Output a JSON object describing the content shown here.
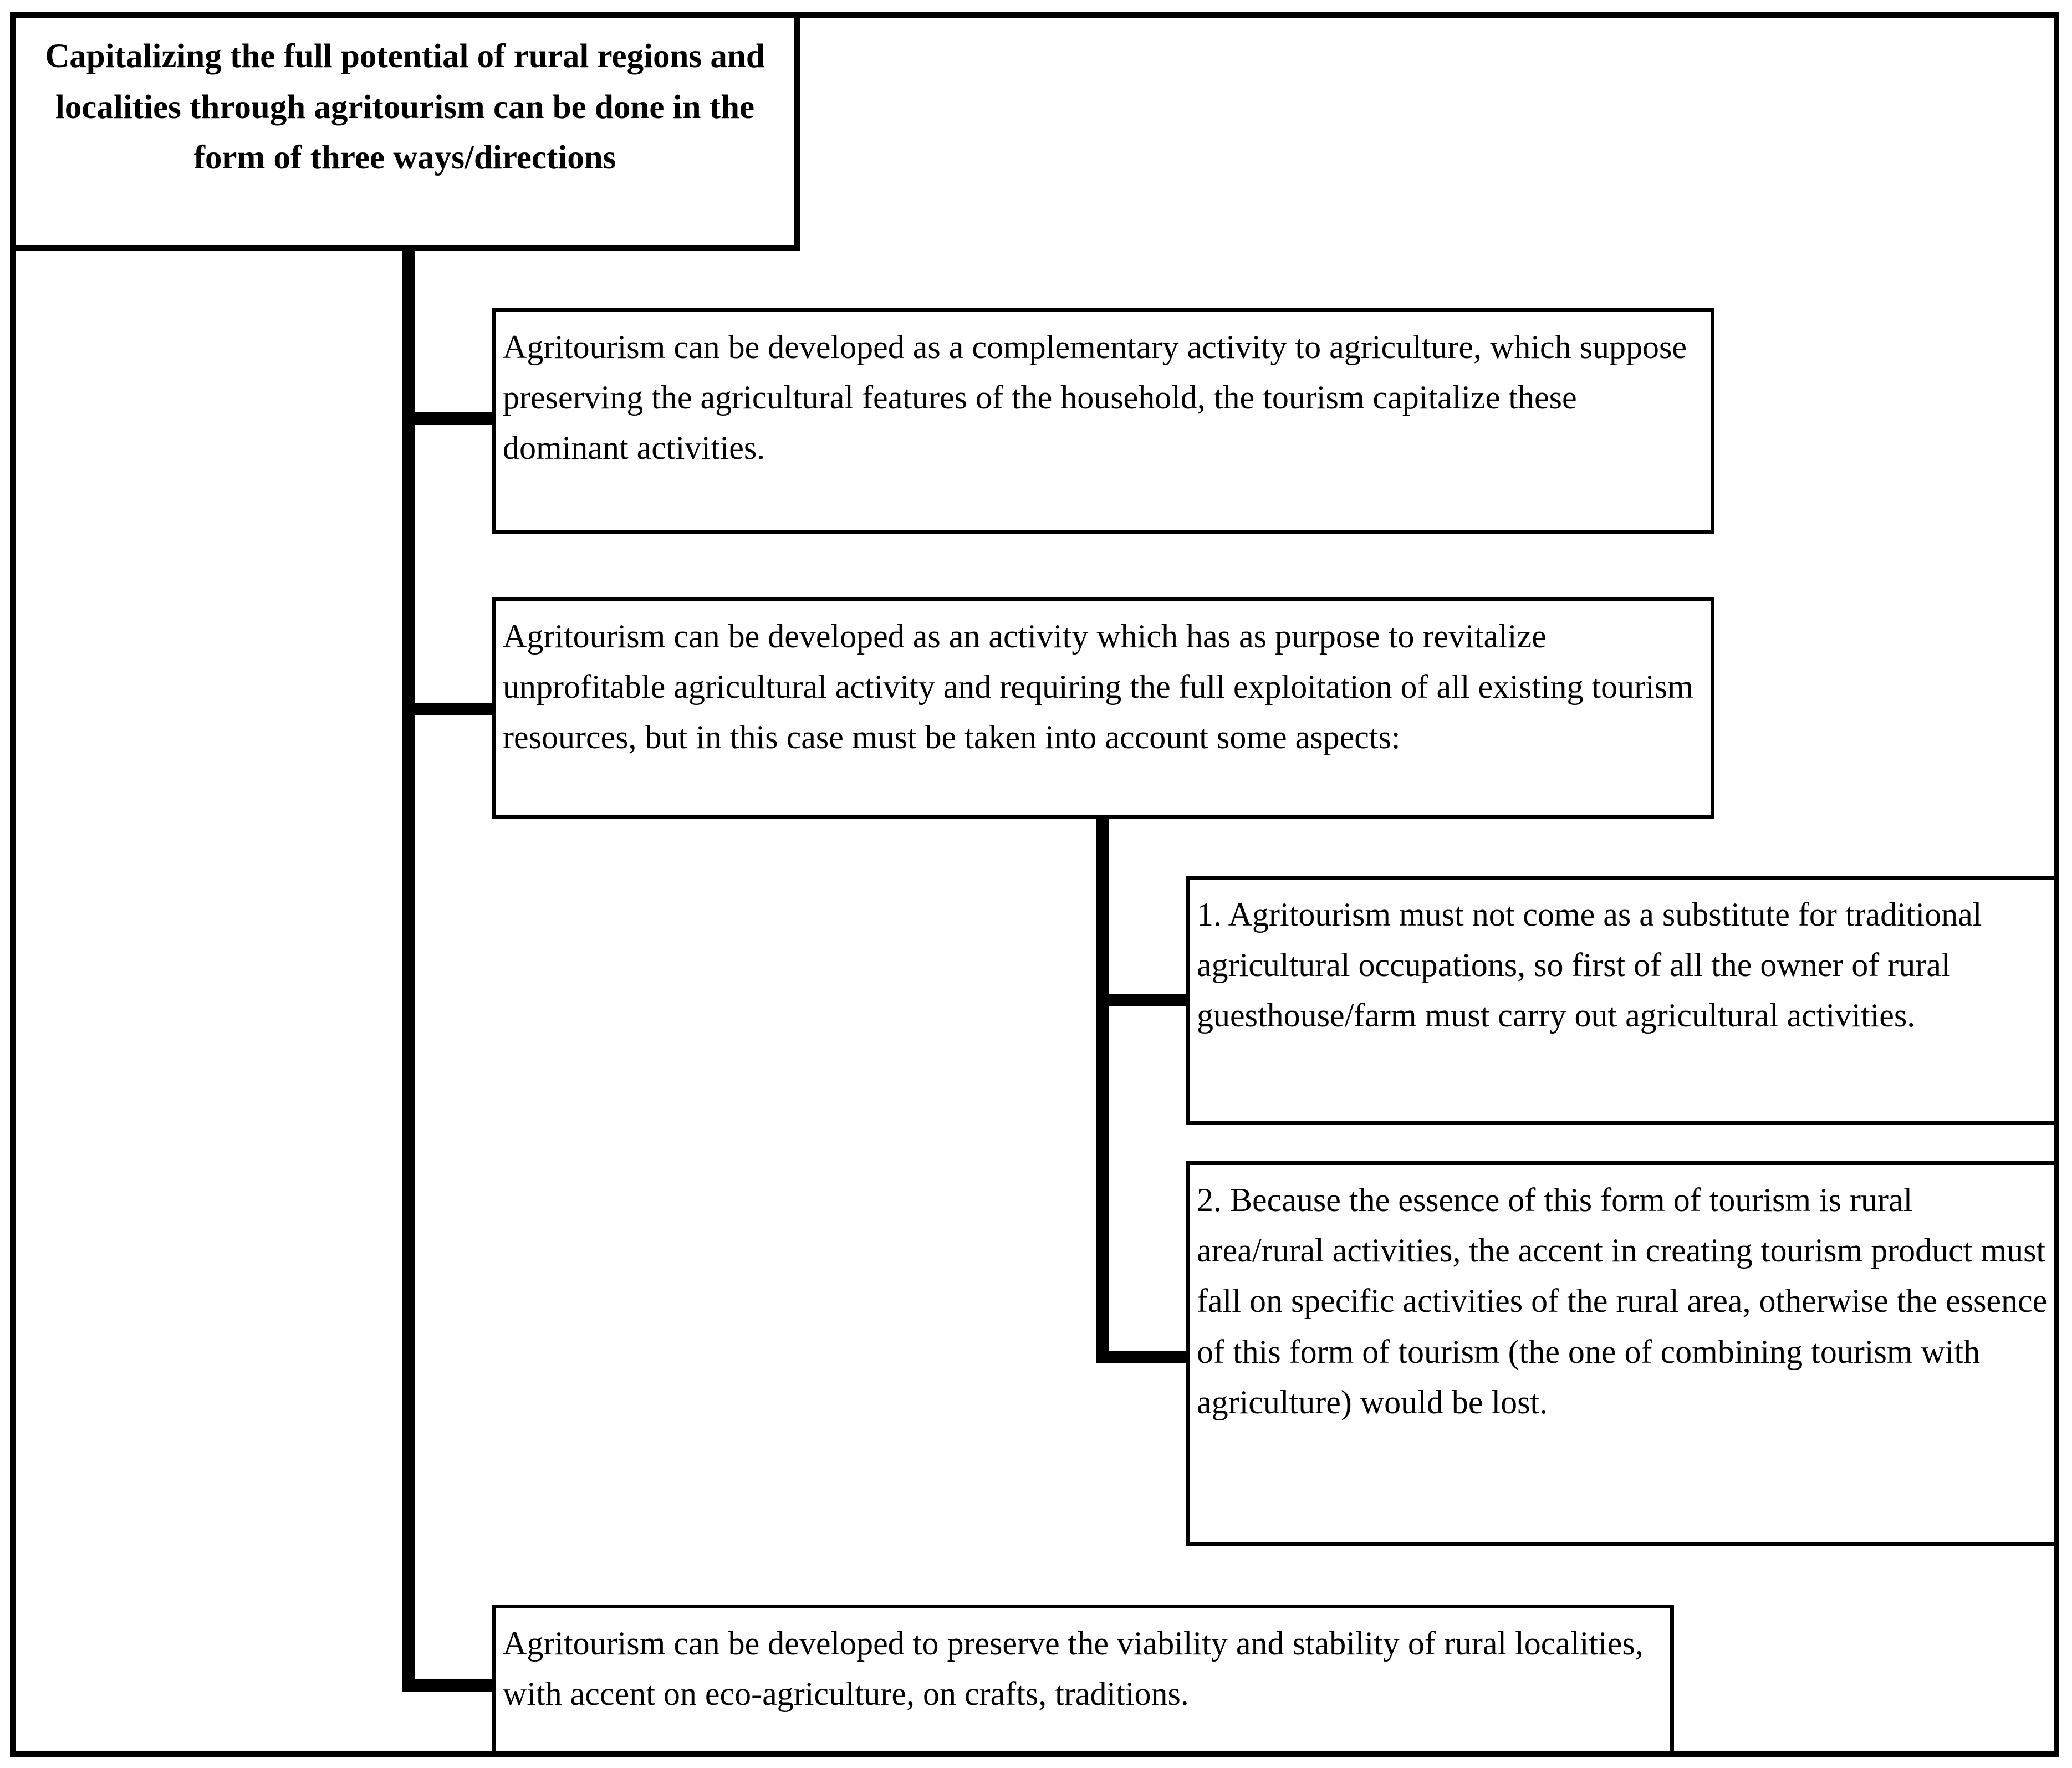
{
  "diagram": {
    "title_node": {
      "id": "root",
      "text": "Capitalizing the full potential of rural regions and localities through agritourism can be done in the form of three ways/directions"
    },
    "ways": [
      {
        "id": "way-1",
        "index": 1,
        "text": "Agritourism can be developed as a complementary activity to agriculture, which suppose preserving the agricultural features of the household, the tourism capitalize these dominant activities."
      },
      {
        "id": "way-2",
        "index": 2,
        "text": "Agritourism can be developed as an activity which has as purpose to revitalize unprofitable agricultural activity and requiring the full exploitation of all existing tourism resources, but in this case must be taken into account some aspects:"
      },
      {
        "id": "way-3",
        "index": 3,
        "text": "Agritourism can be developed to preserve the viability and stability of rural localities, with accent on eco-agriculture, on crafts, traditions."
      }
    ],
    "aspects": [
      {
        "id": "aspect-1",
        "number": "1.",
        "text": "1. Agritourism must not come as a substitute for traditional agricultural occupations, so first of all the owner of rural guesthouse/farm must carry out agricultural activities."
      },
      {
        "id": "aspect-2",
        "number": "2.",
        "text": "2. Because the essence of this form of tourism is rural area/rural activities, the accent in creating tourism product must fall on specific activities of the rural area, otherwise the essence of this form of tourism (the one of combining tourism with agriculture) would be lost."
      }
    ],
    "colors": {
      "line": "#000000",
      "box_border": "#000000",
      "box_fill": "#ffffff",
      "text": "#000000"
    }
  }
}
